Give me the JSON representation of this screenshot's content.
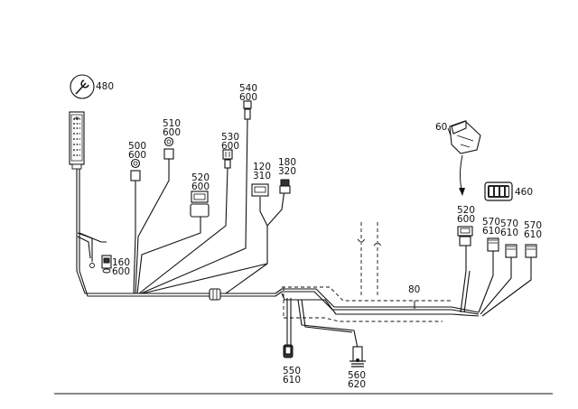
{
  "callouts": {
    "c480": "480",
    "c540": "540",
    "c600a": "600",
    "c510": "510",
    "c600b": "600",
    "c500": "500",
    "c600c": "600",
    "c530": "530",
    "c600d": "600",
    "c520a": "520",
    "c600e": "600",
    "c120": "120",
    "c310": "310",
    "c180": "180",
    "c320": "320",
    "c160": "160",
    "c600f": "600",
    "c60": "60",
    "c460": "460",
    "c520b": "520",
    "c600g": "600",
    "c570a": "570",
    "c610a": "610",
    "c570b": "570",
    "c610b": "610",
    "c570c": "570",
    "c610c": "610",
    "c80": "80",
    "c550": "550",
    "c610d": "610",
    "c560": "560",
    "c620": "620"
  },
  "icons": {
    "tool": "wrench-icon"
  }
}
